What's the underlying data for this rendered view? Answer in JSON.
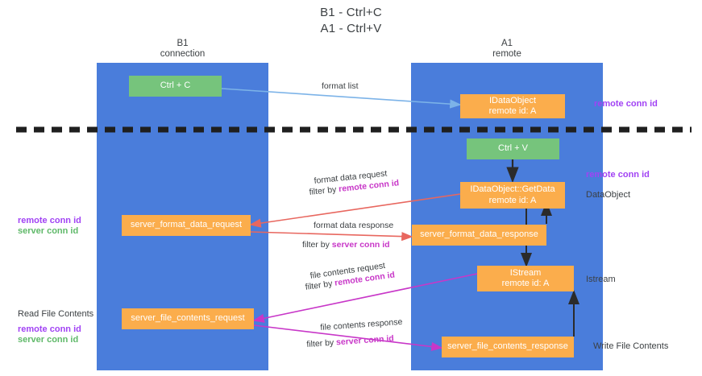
{
  "title": {
    "line1": "B1 - Ctrl+C",
    "line2": "A1 - Ctrl+V"
  },
  "columns": [
    {
      "name": "B1",
      "sub": "connection"
    },
    {
      "name": "A1",
      "sub": "remote"
    }
  ],
  "nodes": {
    "ctrl_c": {
      "label": "Ctrl + C"
    },
    "ctrl_v": {
      "label": "Ctrl + V"
    },
    "idataobject": {
      "line1": "IDataObject",
      "line2": "remote id: A"
    },
    "getdata": {
      "line1": "IDataObject::GetData",
      "line2": "remote id: A"
    },
    "server_format_data_request": {
      "label": "server_format_data_request"
    },
    "server_format_data_response": {
      "label": "server_format_data_response"
    },
    "istream": {
      "line1": "IStream",
      "line2": "remote id: A"
    },
    "server_file_contents_request": {
      "label": "server_file_contents_request"
    },
    "server_file_contents_response": {
      "label": "server_file_contents_response"
    }
  },
  "edge_labels": {
    "format_list": "format list",
    "format_data_request": "format data request",
    "filter_by": "filter by ",
    "remote_conn_id": "remote conn id",
    "server_conn_id": "server conn id",
    "format_data_response": "format data response",
    "file_contents_request": "file contents request",
    "file_contents_response": "file contents response"
  },
  "annotations": {
    "remote_conn_id": "remote conn id",
    "server_conn_id": "server conn id",
    "dataobject": "DataObject",
    "istream": "Istream",
    "read_file_contents": "Read File Contents",
    "write_file_contents": "Write File Contents"
  },
  "colors": {
    "lane": "#4a7ddb",
    "node_green": "#76c47c",
    "node_orange": "#fbad4c",
    "remote_conn": "#a142f4",
    "server_conn": "#60b96a",
    "arrow_blue": "#7cb3e8",
    "arrow_red": "#e8675f",
    "arrow_magenta": "#c837c8",
    "arrow_dark": "#2b2b2b"
  }
}
